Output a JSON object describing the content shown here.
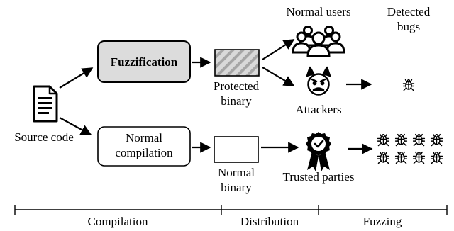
{
  "nodes": {
    "source": "Source code",
    "fuzzification": "Fuzzification",
    "normal_compilation": [
      "Normal",
      "compilation"
    ],
    "protected_binary": [
      "Protected",
      "binary"
    ],
    "normal_binary": [
      "Normal",
      "binary"
    ],
    "normal_users": "Normal users",
    "attackers": "Attackers",
    "trusted_parties": "Trusted parties",
    "detected_bugs": [
      "Detected",
      "bugs"
    ]
  },
  "timeline": {
    "compilation": "Compilation",
    "distribution": "Distribution",
    "fuzzing": "Fuzzing"
  },
  "icons": {
    "source": "document-icon",
    "protected_binary": "hatched-binary-icon",
    "normal_binary": "blank-binary-icon",
    "normal_users": "user-group-icon",
    "attackers": "devil-face-icon",
    "trusted_parties": "certified-badge-icon",
    "bugs": "bug-icon"
  },
  "detected_bug_counts": {
    "attackers": 1,
    "trusted_parties": 8
  }
}
